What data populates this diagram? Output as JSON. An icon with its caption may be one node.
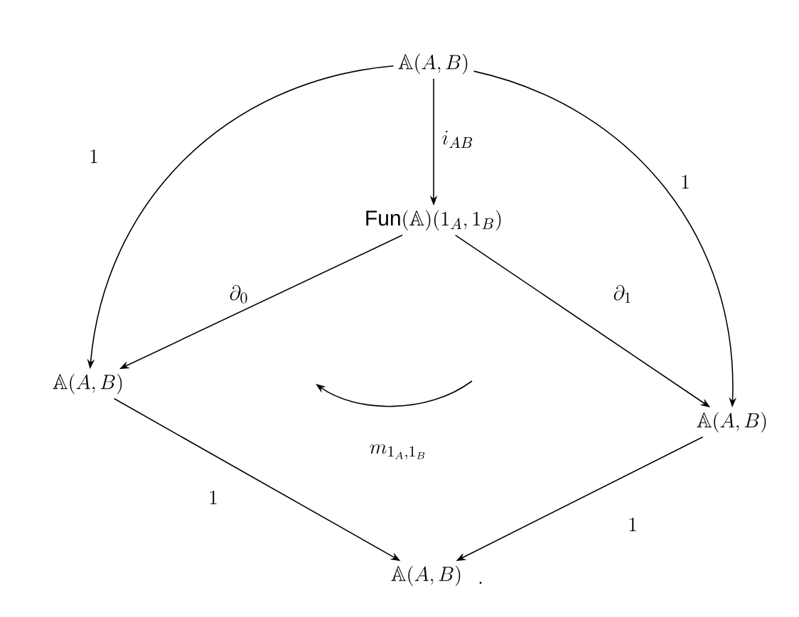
{
  "diagram": {
    "nodes": [
      {
        "text": [
          "\\mathbb{A}(A,B)"
        ]
      },
      {
        "text": [
          "\\mathrm{Fun}(\\mathbb{A})(1_A,1_B)"
        ]
      },
      {
        "text": [
          "\\mathbb{A}(A,B)"
        ]
      },
      {
        "text": [
          "\\mathbb{A}(A,B)"
        ]
      },
      {
        "text": [
          "\\mathbb{A}(A,B)"
        ]
      }
    ],
    "edges": [
      {
        "from": 0,
        "to": 1,
        "arrow": "to",
        "label": "i_{AB}"
      },
      {
        "from": 0,
        "to": 2,
        "arrow": "to",
        "label": "1"
      },
      {
        "from": 0,
        "to": 3,
        "arrow": "to",
        "label": "1"
      },
      {
        "from": 1,
        "to": 2,
        "arrow": "to",
        "label": "\\partial_0"
      },
      {
        "from": 1,
        "to": 3,
        "arrow": "to",
        "label": "\\partial_1"
      },
      {
        "from": 2,
        "to": 4,
        "arrow": "to",
        "label": "1"
      },
      {
        "from": 3,
        "to": 4,
        "arrow": "to",
        "label": "1"
      }
    ],
    "labels": [
      "m_{1_A,1_B}",
      "."
    ]
  }
}
